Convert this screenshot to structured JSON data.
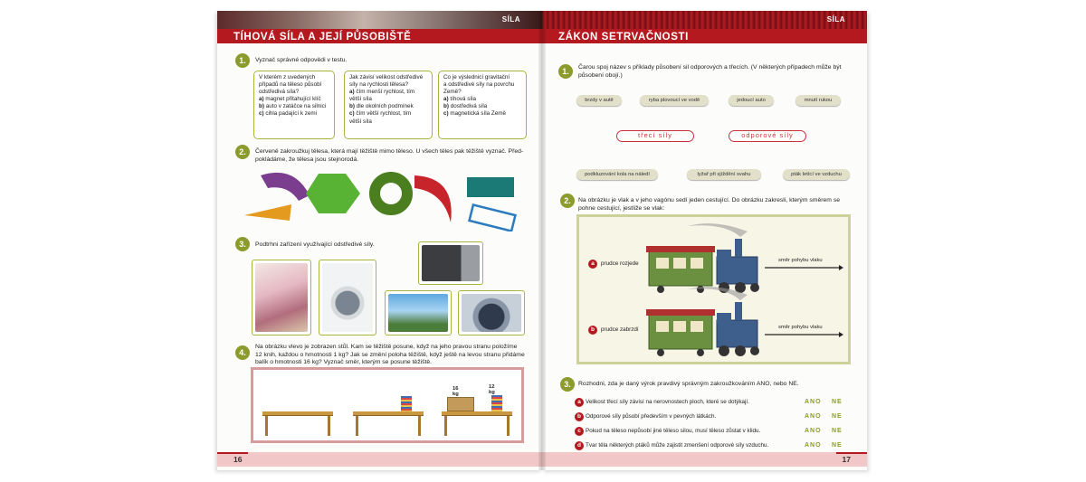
{
  "left_page": {
    "tag": "SÍLA",
    "title": "TÍHOVÁ SÍLA A JEJÍ PŮSOBIŠTĚ",
    "page_number": "16",
    "exercises": [
      {
        "number": "1.",
        "text": "Vyznač správné odpovědi v testu."
      },
      {
        "number": "2.",
        "text_lines": [
          "Červeně zakroužkuj tělesa, která mají těžiště mimo těleso. U všech těles pak těžiště vyznač. Před-",
          "pokládáme, že tělesa jsou stejnorodá."
        ]
      },
      {
        "number": "3.",
        "text": "Podtrhni zařízení využívající odstředivé síly."
      },
      {
        "number": "4.",
        "text_lines": [
          "Na obrázku vlevo je zobrazen stůl. Kam se těžiště posune, když na jeho pravou stranu položíme",
          "12 knih, každou o hmotnosti 1 kg? Jak se změní poloha těžiště, když ještě na levou stranu přidáme",
          "balík o hmotnosti 16 kg? Vyznač směr, kterým se posune těžiště."
        ]
      }
    ],
    "quiz": [
      {
        "question": [
          "V kterém z uvedených",
          "případů na těleso působí",
          "odstředivá síla?"
        ],
        "answers": [
          {
            "letter": "a)",
            "text": "magnet přitahující klíč"
          },
          {
            "letter": "b)",
            "text": "auto v zatáčce na silnici"
          },
          {
            "letter": "c)",
            "text": "cihla padající k zemi"
          }
        ]
      },
      {
        "question": [
          "Jak závisí velikost odstředivé",
          "síly na rychlosti tělesa?"
        ],
        "answers": [
          {
            "letter": "a)",
            "text": "čím menší rychlost, tím"
          },
          {
            "letter": "",
            "text": "větší síla"
          },
          {
            "letter": "b)",
            "text": "dle okolních podmínek"
          },
          {
            "letter": "c)",
            "text": "čím větší rychlost, tím"
          },
          {
            "letter": "",
            "text": "větší síla"
          }
        ]
      },
      {
        "question": [
          "Co je výslednicí gravitační",
          "a odstředivé síly na povrchu",
          "Země?"
        ],
        "answers": [
          {
            "letter": "a)",
            "text": "tíhová síla"
          },
          {
            "letter": "b)",
            "text": "dostředivá síla"
          },
          {
            "letter": "c)",
            "text": "magnetická síla Země"
          }
        ]
      }
    ],
    "weights": {
      "books": "12 kg",
      "package": "16 kg"
    },
    "colors": {
      "purple": "#7b3d8e",
      "orange": "#e39a1e",
      "green": "#58b233",
      "darkgreen": "#4b7e1f",
      "red": "#c8242b",
      "teal": "#1b7a76",
      "blue": "#2a7bbf"
    }
  },
  "right_page": {
    "tag": "SÍLA",
    "title": "ZÁKON SETRVAČNOSTI",
    "page_number": "17",
    "ex1": {
      "number": "1.",
      "text_lines": [
        "Čarou spoj název s příklady působení sil odporových a třecích. (V některých případech může být",
        "působení obojí.)"
      ]
    },
    "pills_top": [
      "brzdy v autě",
      "ryba plovoucí ve vodě",
      "jedoucí auto",
      "mnutí rukou"
    ],
    "forces": [
      "třecí síly",
      "odporové síly"
    ],
    "pills_bottom": [
      "podkluzování kola na náledí",
      "lyžař při sjíždění svahu",
      "pták letící ve vzduchu"
    ],
    "ex2": {
      "number": "2.",
      "text_lines": [
        "Na obrázku je vlak a v jeho vagónu sedí jeden cestující. Do obrázku zakresli, kterým směrem se",
        "pohne cestující, jestliže se vlak:"
      ]
    },
    "trains": [
      {
        "letter": "a",
        "label": "prudce rozjede",
        "direction": "směr pohybu vlaku"
      },
      {
        "letter": "b",
        "label": "prudce zabrzdí",
        "direction": "směr pohybu vlaku"
      }
    ],
    "ex3": {
      "number": "3.",
      "text": "Rozhodni, zda je daný výrok pravdivý správným zakroužkováním ANO, nebo NE."
    },
    "statements": [
      {
        "letter": "a",
        "text": "Velikost třecí síly závisí na nerovnostech ploch, které se dotýkají.",
        "yes": "ANO",
        "no": "NE"
      },
      {
        "letter": "b",
        "text": "Odporové síly působí především v pevných látkách.",
        "yes": "ANO",
        "no": "NE"
      },
      {
        "letter": "c",
        "text": "Pokud na těleso nepůsobí jiné těleso silou, musí těleso zůstat v klidu.",
        "yes": "ANO",
        "no": "NE"
      },
      {
        "letter": "d",
        "text": "Tvar těla některých ptáků může zajistit zmenšení odporové síly vzduchu.",
        "yes": "ANO",
        "no": "NE"
      }
    ]
  }
}
